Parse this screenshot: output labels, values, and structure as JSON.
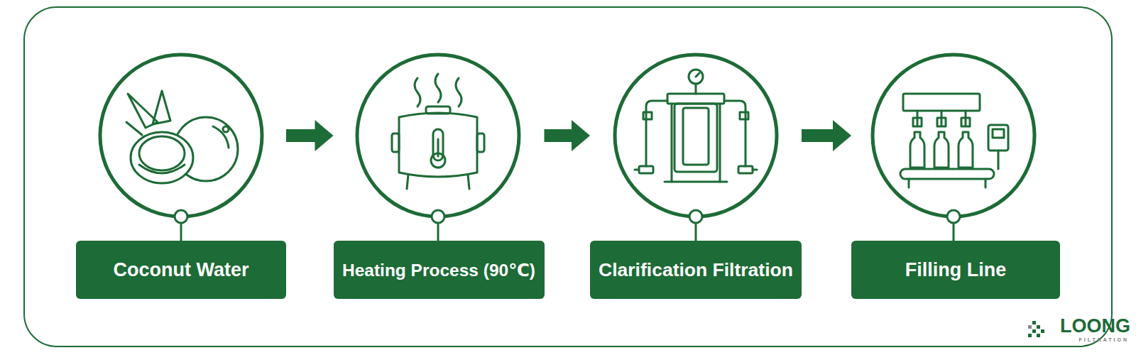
{
  "diagram": {
    "nodes": [
      {
        "text": [
          "Coconut Water"
        ]
      },
      {
        "text": [
          "Heating Process (90℃)"
        ]
      },
      {
        "text": [
          "Clarification Filtration"
        ]
      },
      {
        "text": [
          "Filling Line"
        ]
      }
    ],
    "edges": [
      {
        "from": 0,
        "to": 1,
        "arrow": "to"
      },
      {
        "from": 1,
        "to": 2,
        "arrow": "to"
      },
      {
        "from": 2,
        "to": 3,
        "arrow": "to"
      }
    ],
    "labels": [
      "LOONG",
      "FILTRATION"
    ]
  }
}
